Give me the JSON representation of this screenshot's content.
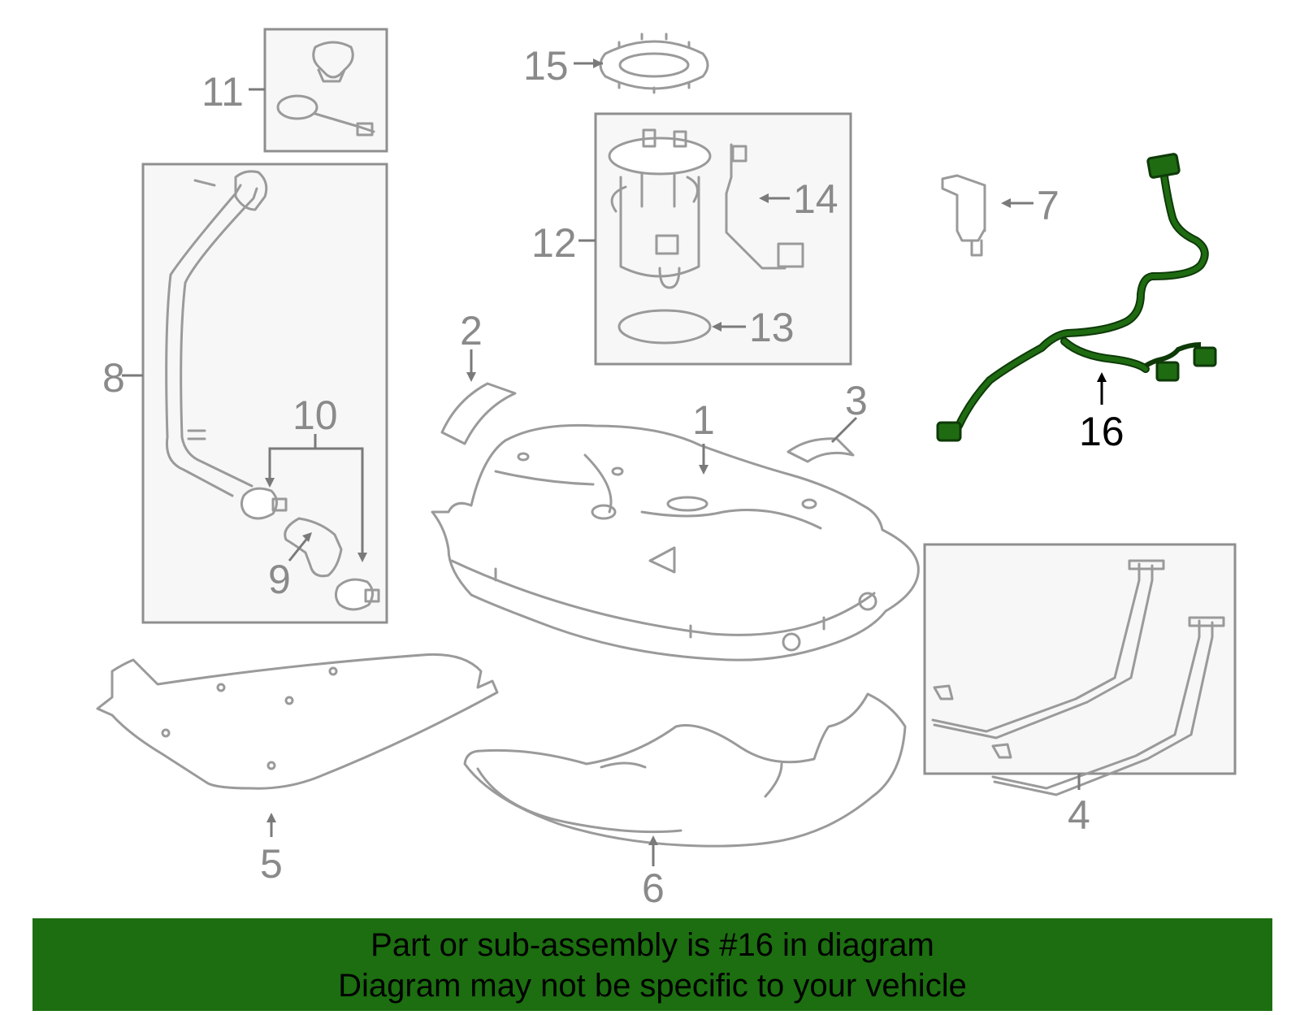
{
  "diagram": {
    "callouts": [
      {
        "id": "1",
        "label": "1"
      },
      {
        "id": "2",
        "label": "2"
      },
      {
        "id": "3",
        "label": "3"
      },
      {
        "id": "4",
        "label": "4"
      },
      {
        "id": "5",
        "label": "5"
      },
      {
        "id": "6",
        "label": "6"
      },
      {
        "id": "7",
        "label": "7"
      },
      {
        "id": "8",
        "label": "8"
      },
      {
        "id": "9",
        "label": "9"
      },
      {
        "id": "10",
        "label": "10"
      },
      {
        "id": "11",
        "label": "11"
      },
      {
        "id": "12",
        "label": "12"
      },
      {
        "id": "13",
        "label": "13"
      },
      {
        "id": "14",
        "label": "14"
      },
      {
        "id": "15",
        "label": "15"
      },
      {
        "id": "16",
        "label": "16"
      }
    ],
    "highlighted_part": "16",
    "colors": {
      "highlight_part": "#1f6b12",
      "line_art": "#9a9a9a",
      "callout_text": "#8a8a8a",
      "group_box": "#8f8f8f",
      "banner_bg": "#1c6e10"
    }
  },
  "banner": {
    "line1": "Part or sub-assembly is #16 in diagram",
    "line2": "Diagram may not be specific to your vehicle"
  }
}
